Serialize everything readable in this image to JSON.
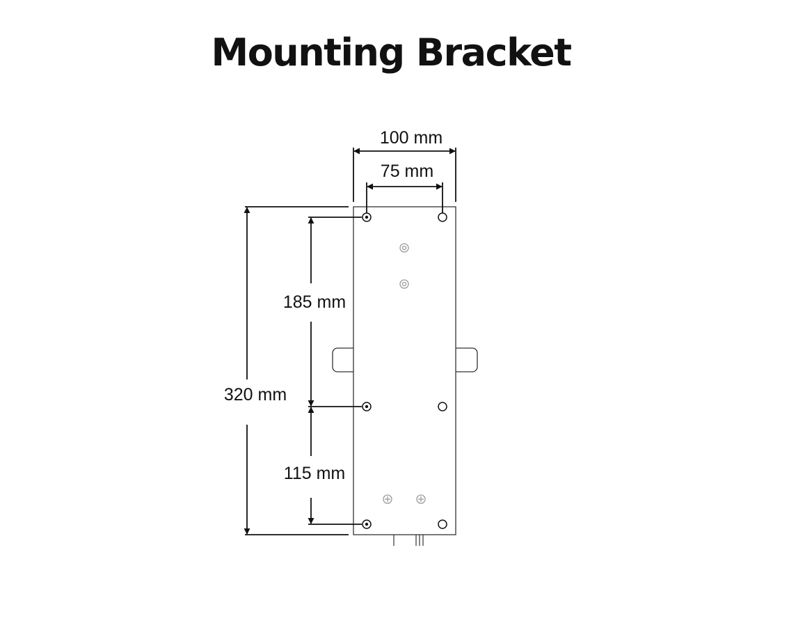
{
  "title": "Mounting Bracket",
  "dimensions": {
    "outer_width": "100 mm",
    "hole_spacing_width": "75 mm",
    "total_height": "320 mm",
    "upper_hole_spacing": "185 mm",
    "lower_hole_spacing": "115 mm"
  },
  "colors": {
    "line": "#111111",
    "screw": "#9a9a9a",
    "background": "#ffffff"
  }
}
